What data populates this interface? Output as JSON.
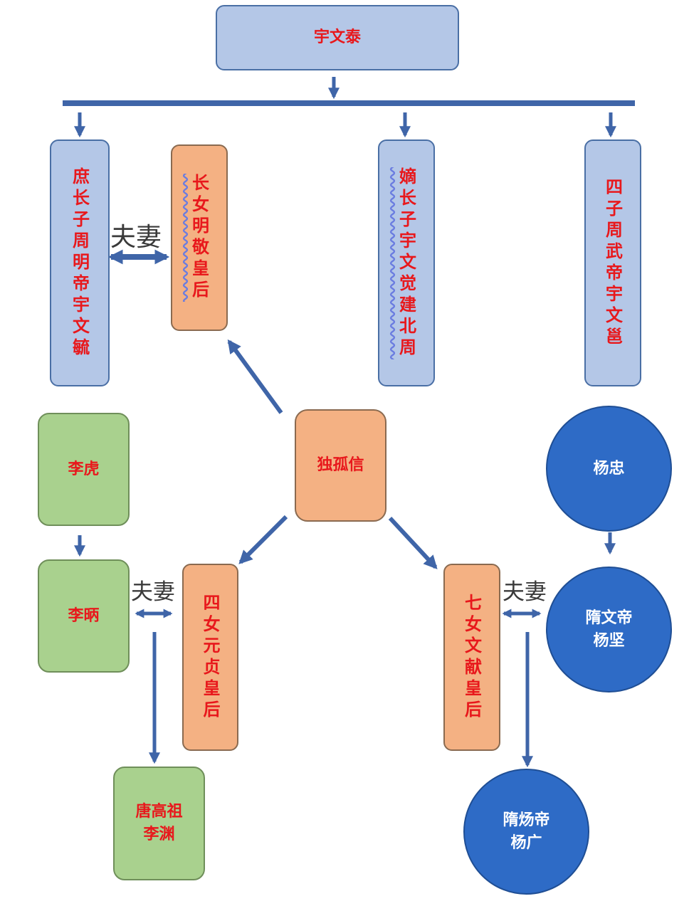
{
  "root": {
    "name": "宇文泰"
  },
  "sons": {
    "eldest": "庶长子周明帝宇文毓",
    "legit": "嫡长子宇文觉建北周",
    "fourth": "四子周武帝宇文邕"
  },
  "dugu_xin": "独孤信",
  "daughters": {
    "eldest": "长女明敬皇后",
    "fourth": "四女元贞皇后",
    "seventh": "七女文献皇后"
  },
  "li_family": {
    "li_hu": "李虎",
    "li_bing": "李昞",
    "li_yuan_title": "唐高祖",
    "li_yuan_name": "李渊"
  },
  "yang_family": {
    "yang_zhong": "杨忠",
    "yang_jian_title": "隋文帝",
    "yang_jian_name": "杨坚",
    "yang_guang_title": "隋炀帝",
    "yang_guang_name": "杨广"
  },
  "relation_label": "夫妻",
  "colors": {
    "blue_box": "#b4c7e7",
    "orange_box": "#f4b183",
    "green_box": "#a9d18e",
    "circle": "#2e6bc6",
    "arrow": "#3f65a8",
    "name_red": "#e8181c"
  }
}
